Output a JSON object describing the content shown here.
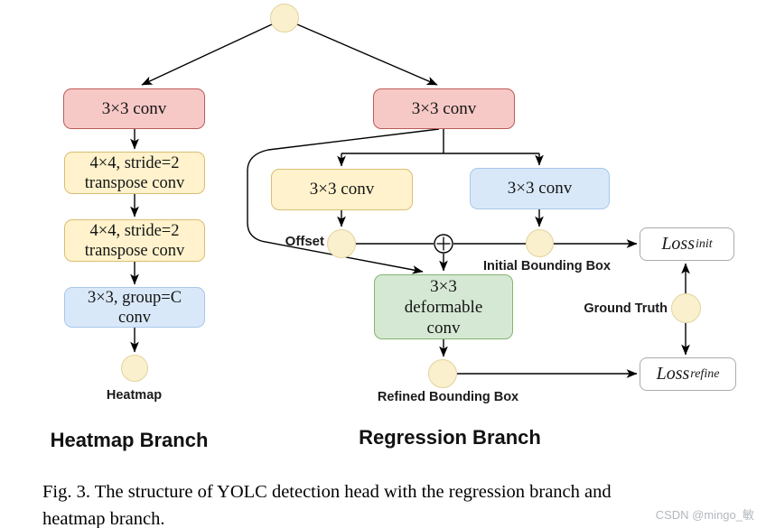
{
  "diagram": {
    "heatmap_branch": {
      "title": "Heatmap Branch",
      "conv_3x3": "3×3 conv",
      "transpose_conv_1": "4×4, stride=2\ntranspose conv",
      "transpose_conv_2": "4×4, stride=2\ntranspose conv",
      "group_conv": "3×3, group=C\nconv",
      "output_label": "Heatmap"
    },
    "regression_branch": {
      "title": "Regression Branch",
      "conv_3x3": "3×3 conv",
      "offset_conv": "3×3 conv",
      "bbox_conv": "3×3 conv",
      "deformable_conv": "3×3\ndeformable\nconv",
      "offset_label": "Offset",
      "combine_icon": "circled-plus",
      "initial_bbox_label": "Initial Bounding Box",
      "refined_bbox_label": "Refined Bounding Box",
      "ground_truth_label": "Ground Truth",
      "loss_init": {
        "base": "Loss",
        "sub": "init"
      },
      "loss_refine": {
        "base": "Loss",
        "sub": "refine"
      }
    },
    "colors": {
      "conv_red_fill": "#F6C9C7",
      "conv_red_stroke": "#BB5B56",
      "conv_yellow_fill": "#FFF2CC",
      "conv_yellow_stroke": "#D9BE72",
      "conv_blue_fill": "#D9E8F8",
      "conv_blue_stroke": "#A6C8EA",
      "conv_green_fill": "#D5E8D4",
      "conv_green_stroke": "#84B56C",
      "feature_node_fill": "#FAF0CD",
      "feature_node_stroke": "#E2D39E",
      "loss_box_stroke": "#ABABAB",
      "connector": "#000000",
      "watermark": "#B2B8BF"
    }
  },
  "caption": {
    "line1": "Fig. 3.  The structure of YOLC detection head with the regression branch and",
    "line2": "heatmap branch."
  },
  "watermark": "CSDN @mingo_敏"
}
